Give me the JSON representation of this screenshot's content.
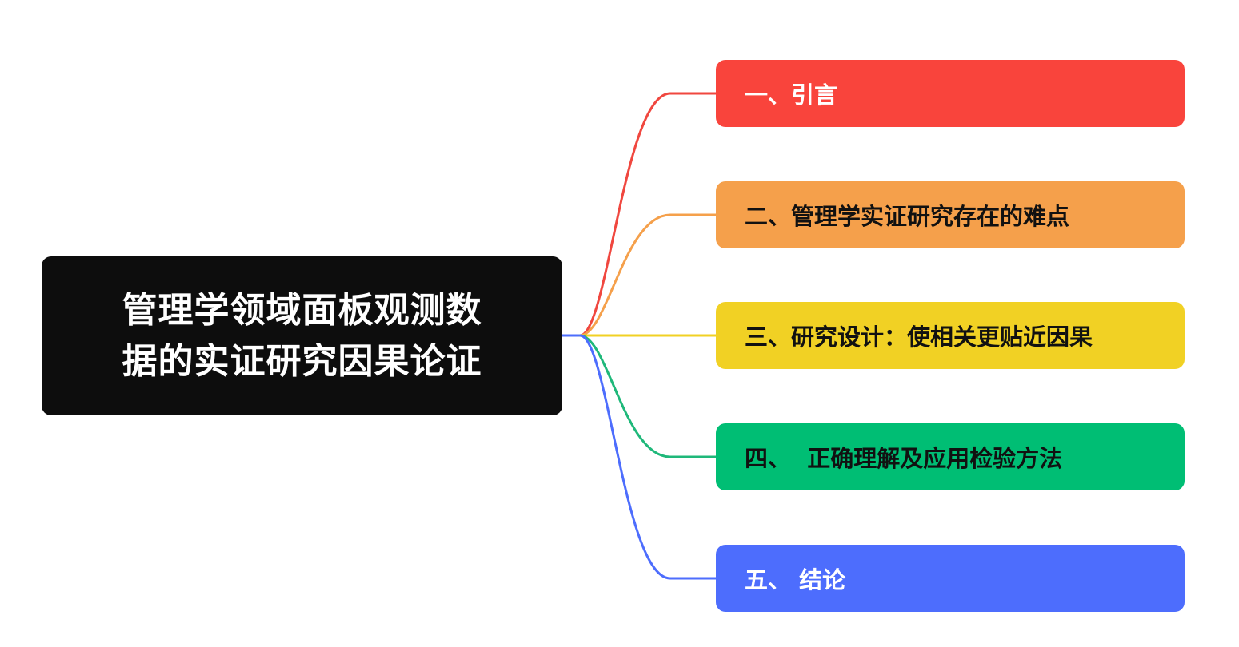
{
  "root": {
    "title_line1": "管理学领域面板观测数",
    "title_line2": "据的实证研究因果论证"
  },
  "branches": [
    {
      "label": "一、引言",
      "bg": "#f9443c",
      "line": "#f0473f",
      "text_color": "#ffffff"
    },
    {
      "label": "二、管理学实证研究存在的难点",
      "bg": "#f5a04b",
      "line": "#f5a04b",
      "text_color": "#111111"
    },
    {
      "label": "三、研究设计：使相关更贴近因果",
      "bg": "#f1d124",
      "line": "#f1d124",
      "text_color": "#111111"
    },
    {
      "label": "四、  正确理解及应用检验方法",
      "bg": "#00be74",
      "line": "#1fb87a",
      "text_color": "#111111"
    },
    {
      "label": "五、 结论",
      "bg": "#4d6dfd",
      "line": "#4d6dfd",
      "text_color": "#ffffff"
    }
  ]
}
